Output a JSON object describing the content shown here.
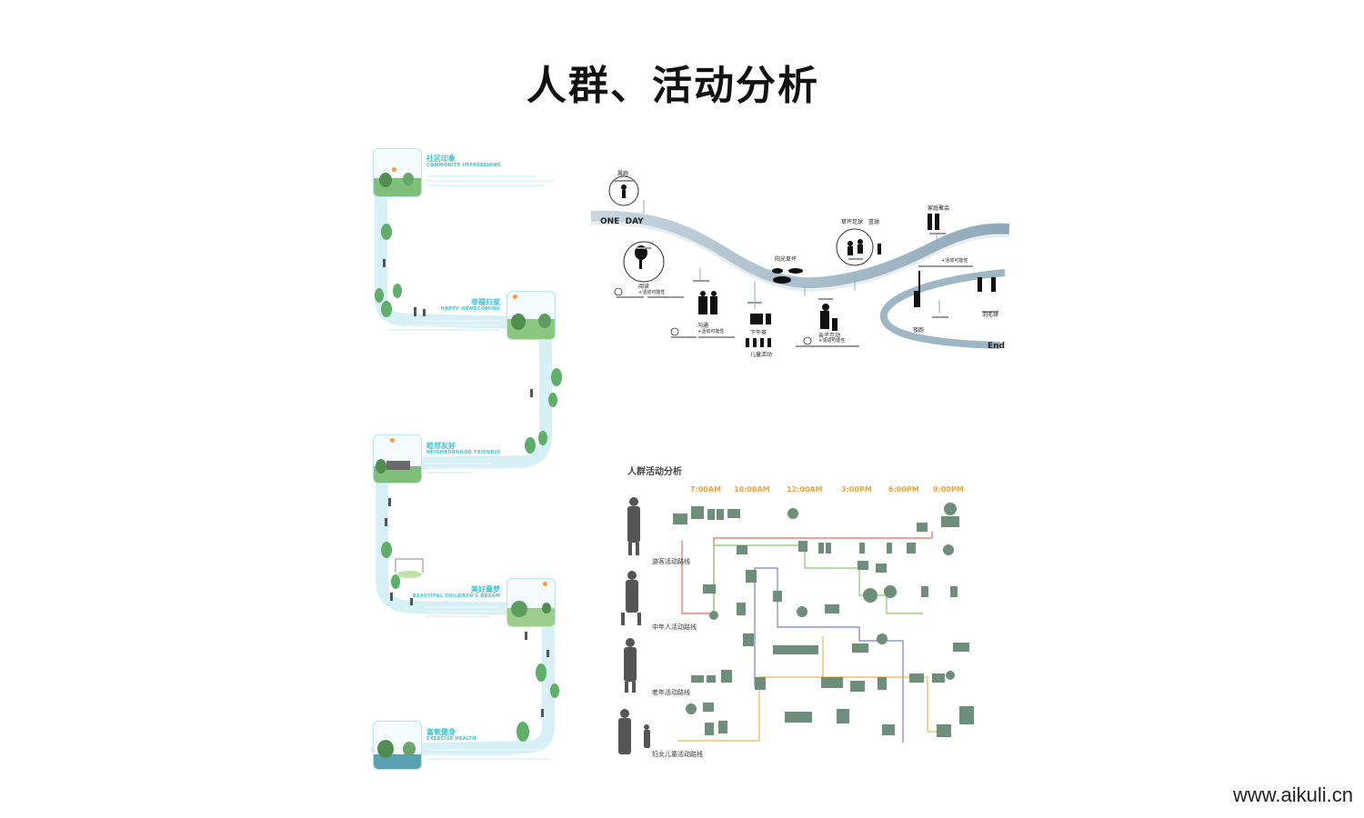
{
  "page": {
    "title": "人群、活动分析",
    "watermark": "www.aikuli.cn"
  },
  "colors": {
    "accent_cyan": "#3cc3d6",
    "route_red": "#e06c5a",
    "route_green": "#8cc46a",
    "route_purple": "#7b7fc4",
    "route_yellow": "#e9b84b",
    "icon_green": "#6c8e7a",
    "time_orange": "#f0a43a"
  },
  "left_sections": [
    {
      "title": "社区印象",
      "subtitle": "COMMUNITY IMPRESSIONS",
      "align": "left"
    },
    {
      "title": "幸福归家",
      "subtitle": "HAPPY HOMECOMING",
      "align": "right"
    },
    {
      "title": "睦邻友好",
      "subtitle": "NEIGHBORHOOD FRIENDLY",
      "align": "left"
    },
    {
      "title": "美好童梦",
      "subtitle": "BEAUTIFUL CHILDREN'S DREAM",
      "align": "right"
    },
    {
      "title": "富氧健身",
      "subtitle": "EXERCISE HEALTH",
      "align": "left"
    }
  ],
  "one_day": {
    "start_label": "ONE  DAY",
    "end_label": "End",
    "activities": [
      {
        "label": "晨跑"
      },
      {
        "label": "阅读",
        "note": "+活动可能性"
      },
      {
        "label": "沟通",
        "note": "+活动可能性"
      },
      {
        "label": "下午茶"
      },
      {
        "label": "儿童活动"
      },
      {
        "label": "阳光草坪"
      },
      {
        "label": "亲子互动",
        "note": "+活动可能性"
      },
      {
        "label": "草坪足球"
      },
      {
        "label": "篮球"
      },
      {
        "label": "家庭聚会"
      },
      {
        "label": "+活动可能性"
      },
      {
        "label": "夜跑"
      },
      {
        "label": "羽毛球"
      }
    ]
  },
  "crowd": {
    "title": "人群活动分析",
    "times": [
      "7:00AM",
      "10:00AM",
      "12:00AM",
      "3:00PM",
      "6:00PM",
      "9:00PM"
    ],
    "routes": [
      {
        "label": "游客活动路线",
        "color": "#e06c5a"
      },
      {
        "label": "中年人活动路线",
        "color": "#8cc46a"
      },
      {
        "label": "老年活动路线",
        "color": "#7b7fc4"
      },
      {
        "label": "妇女儿童活动路线",
        "color": "#e9b84b"
      }
    ]
  }
}
